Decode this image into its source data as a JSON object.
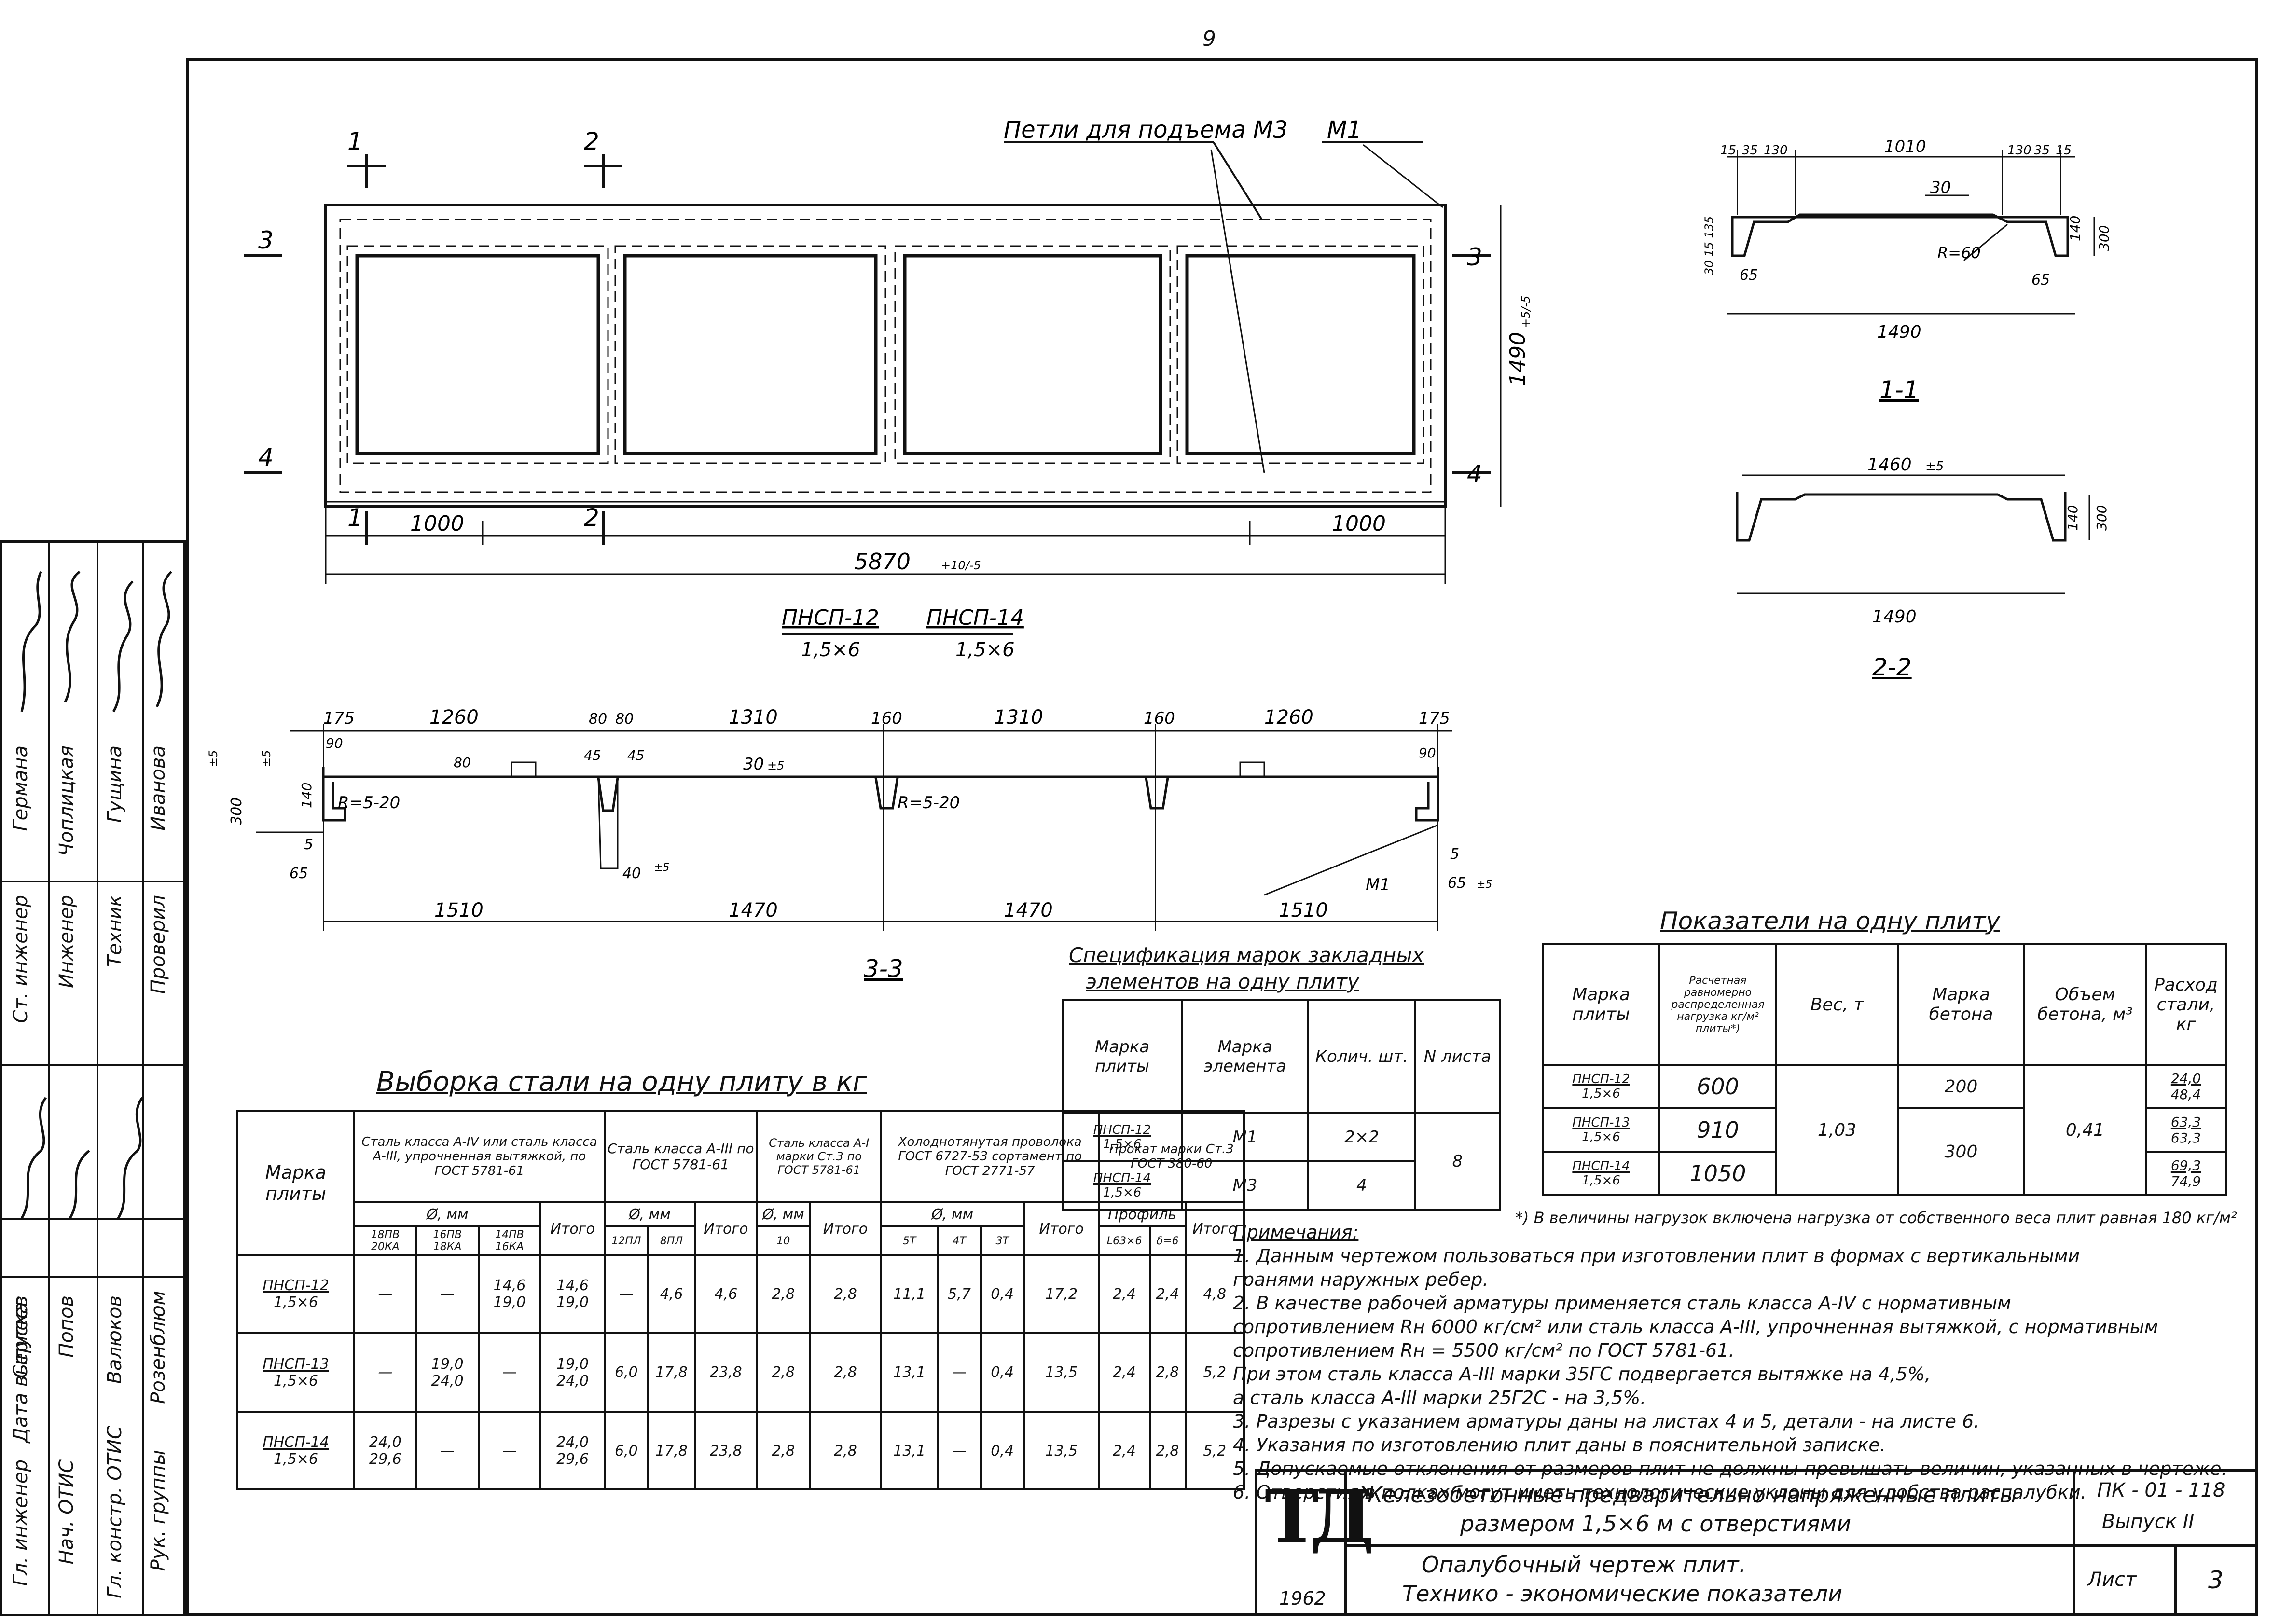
{
  "page_number": "9",
  "plan": {
    "label_loops": "Петли для подъема М3",
    "label_m1": "М1",
    "dim_length": "5870",
    "dim_length_tol": "+10/-5",
    "dim_width": "1490",
    "dim_width_tol": "+5/-5",
    "dim_left": "1000",
    "dim_right": "1000",
    "sec_1": "1",
    "sec_2": "2",
    "sec_3": "3",
    "sec_4": "4",
    "title_a": "ПНСП-12",
    "title_b": "ПНСП-14",
    "size_a": "1,5×6",
    "size_b": "1,5×6"
  },
  "section33": {
    "title": "3-3",
    "top_dims": [
      "175",
      "1260",
      "80",
      "80",
      "1310",
      "160",
      "1310",
      "160",
      "1260",
      "175"
    ],
    "sub_dims": [
      "90",
      "45",
      "45",
      "90"
    ],
    "bottom_dims": [
      "1510",
      "1470",
      "1470",
      "1510"
    ],
    "h300": "300",
    "h140": "140",
    "d30": "30",
    "r1": "R=5-20",
    "r2": "R=5-20",
    "d40": "40",
    "d5": "5",
    "d65": "65",
    "d5r": "5",
    "d65r": "65",
    "m1": "М1",
    "tol_small": "±5",
    "d80": "80"
  },
  "section11": {
    "title": "1-1",
    "top_dims": [
      "15",
      "35",
      "130",
      "1010",
      "130",
      "35",
      "15"
    ],
    "d30": "30",
    "r60": "R=60",
    "d65a": "65",
    "d65b": "65",
    "h140": "140",
    "h300": "300",
    "d1490": "1490",
    "left_dims": "30 15 135"
  },
  "section22": {
    "title": "2-2",
    "d1460": "1460",
    "tol": "±5",
    "h140": "140",
    "h300": "300",
    "d1490": "1490"
  },
  "steel_table": {
    "title": "Выборка стали на одну плиту в кг",
    "head_mark": "Марка плиты",
    "head_g1": "Сталь класса А-IV или сталь класса А-III, упрочненная вытяжкой, по ГОСТ 5781-61",
    "head_g2": "Сталь класса А-III по ГОСТ 5781-61",
    "head_g3": "Сталь класса А-I марки Ст.3 по ГОСТ 5781-61",
    "head_g4": "Холоднотянутая проволока ГОСТ 6727-53 сортамент по ГОСТ 2771-57",
    "head_g5": "Прокат марки Ст.3 ГОСТ 380-60",
    "dia_mm": "Ø, мм",
    "profile": "Профиль",
    "sub1": [
      "18ПВ 20КА",
      "16ПВ 18КА",
      "14ПВ 16КА",
      "Итого"
    ],
    "sub2": [
      "12ПЛ",
      "8ПЛ",
      "Итого"
    ],
    "sub3": [
      "10",
      "Итого"
    ],
    "sub4": [
      "5Т",
      "4Т",
      "3Т",
      "Итого"
    ],
    "sub5": [
      "L63×6",
      "δ=6",
      "Итого"
    ],
    "rows": [
      {
        "mark": "ПНСП-12",
        "size": "1,5×6",
        "c": [
          "—",
          "—",
          "14,6",
          "14,6",
          "—",
          "4,6",
          "4,6",
          "2,8",
          "2,8",
          "11,1",
          "5,7",
          "0,4",
          "17,2",
          "2,4",
          "2,4",
          "4,8"
        ],
        "c2": [
          "",
          "",
          "19,0",
          "19,0"
        ]
      },
      {
        "mark": "ПНСП-13",
        "size": "1,5×6",
        "c": [
          "—",
          "19,0",
          "—",
          "19,0",
          "6,0",
          "17,8",
          "23,8",
          "2,8",
          "2,8",
          "13,1",
          "—",
          "0,4",
          "13,5",
          "2,4",
          "2,8",
          "5,2"
        ],
        "c2": [
          "",
          "24,0",
          "",
          "24,0"
        ]
      },
      {
        "mark": "ПНСП-14",
        "size": "1,5×6",
        "c": [
          "24,0",
          "—",
          "—",
          "24,0",
          "6,0",
          "17,8",
          "23,8",
          "2,8",
          "2,8",
          "13,1",
          "—",
          "0,4",
          "13,5",
          "2,4",
          "2,8",
          "5,2"
        ],
        "c2": [
          "29,6",
          "",
          "",
          "29,6"
        ]
      }
    ]
  },
  "spec_table": {
    "title_1": "Спецификация марок закладных",
    "title_2": "элементов на одну плиту",
    "head": [
      "Марка плиты",
      "Марка элемента",
      "Колич. шт.",
      "N листа"
    ],
    "rows": [
      {
        "mark": "ПНСП-12",
        "size": "1,5×6",
        "elem": "М1",
        "qty": "2×2",
        "sheet": "8"
      },
      {
        "mark": "ПНСП-14",
        "size": "1,5×6",
        "elem": "М3",
        "qty": "4",
        "sheet": ""
      }
    ]
  },
  "indic_table": {
    "title": "Показатели на одну плиту",
    "head": [
      "Марка плиты",
      "Расчетная равномерно распределенная нагрузка кг/м² плиты*)",
      "Вес, т",
      "Марка бетона",
      "Объем бетона, м³",
      "Расход стали, кг"
    ],
    "rows": [
      {
        "mark": "ПНСП-12",
        "size": "1,5×6",
        "load": "600",
        "concrete": "200",
        "steel_a": "24,0",
        "steel_b": "48,4"
      },
      {
        "mark": "ПНСП-13",
        "size": "1,5×6",
        "load": "910",
        "concrete": "300",
        "steel_a": "63,3",
        "steel_b": "63,3"
      },
      {
        "mark": "ПНСП-14",
        "size": "1,5×6",
        "load": "1050",
        "concrete": "",
        "steel_a": "69,3",
        "steel_b": "74,9"
      }
    ],
    "weight": "1,03",
    "volume": "0,41",
    "footnote": "*) В величины нагрузок включена нагрузка от собственного веса плит равная 180 кг/м²"
  },
  "notes": {
    "title": "Примечания:",
    "lines": [
      "1. Данным чертежом пользоваться при изготовлении плит в формах с вертикальными",
      "гранями наружных ребер.",
      "2. В качестве рабочей арматуры применяется сталь класса А-IV с нормативным",
      "сопротивлением Rн 6000 кг/см² или сталь класса А-III, упрочненная вытяжкой, с нормативным",
      "сопротивлением Rн = 5500 кг/см² по ГОСТ 5781-61.",
      "При этом сталь класса А-III марки 35ГС подвергается вытяжке на 4,5%,",
      "а сталь класса А-III марки 25Г2С - на 3,5%.",
      "3. Разрезы с указанием арматуры даны на листах 4 и 5, детали - на листе 6.",
      "4. Указания по изготовлению плит даны в пояснительной записке.",
      "5. Допускаемые отклонения от размеров плит не должны превышать величин, указанных в чертеже.",
      "6. Отверстия в полках могут иметь технологические уклоны для удобства распалубки."
    ]
  },
  "title_block": {
    "logo": "ТД",
    "year": "1962",
    "line1": "Железобетонные предварительно напряженные плиты",
    "line2": "размером 1,5×6 м с отверстиями",
    "line3": "Опалубочный чертеж плит.",
    "line4": "Технико - экономические показатели",
    "code": "ПК - 01 - 118",
    "issue": "Выпуск II",
    "sheet_label": "Лист",
    "sheet_no": "3"
  },
  "side_stamp": {
    "roles": [
      "Гл. инженер",
      "Нач. ОТИС",
      "Гл. констр. ОТИС",
      "Рук. группы",
      "Дата выпуска:",
      "Ст. инженер",
      "Инженер",
      "Техник",
      "Проверил"
    ],
    "names": [
      "Сергеев",
      "Попов",
      "Валюков",
      "Розенблюм",
      "",
      "Германа",
      "Чоплицкая",
      "Гущина",
      "Иванова"
    ]
  }
}
